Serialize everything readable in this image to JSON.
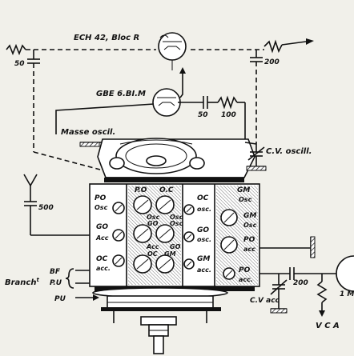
{
  "labels": {
    "tube_ech42": "ECH 42, Bloc R",
    "tube_gbe": "GBE 6.BI.M",
    "cap_50_left": "50",
    "cap_200_top": "200",
    "cap_50_mid": "50",
    "res_100": "100",
    "masse_oscil": "Masse oscil.",
    "cv_oscill": "C.V. oscill.",
    "cap_500": "500",
    "branch": "Branch",
    "branch_sup": "t",
    "bf": "BF",
    "pu": "P.U",
    "pu2": "PU",
    "cv_acc": "C.V acc",
    "cap_200_bottom": "200",
    "vca": "V C A",
    "edge_1m": "1 M"
  },
  "coil_block": {
    "left_col": [
      "PO",
      "Osc",
      "GO",
      "Acc",
      "OC",
      "acc."
    ],
    "center_top": [
      "P.O",
      "O.C"
    ],
    "center_small": [
      "Osc",
      "Osc",
      "GO",
      "Osc",
      "Acc",
      "GO",
      "OC",
      "GM"
    ],
    "mid_col": [
      "OC",
      "osc.",
      "GO",
      "osc.",
      "GM",
      "acc."
    ],
    "right_col": [
      "GM",
      "Osc",
      "GM",
      "Osc",
      "PO",
      "acc",
      "PO",
      "acc."
    ]
  }
}
